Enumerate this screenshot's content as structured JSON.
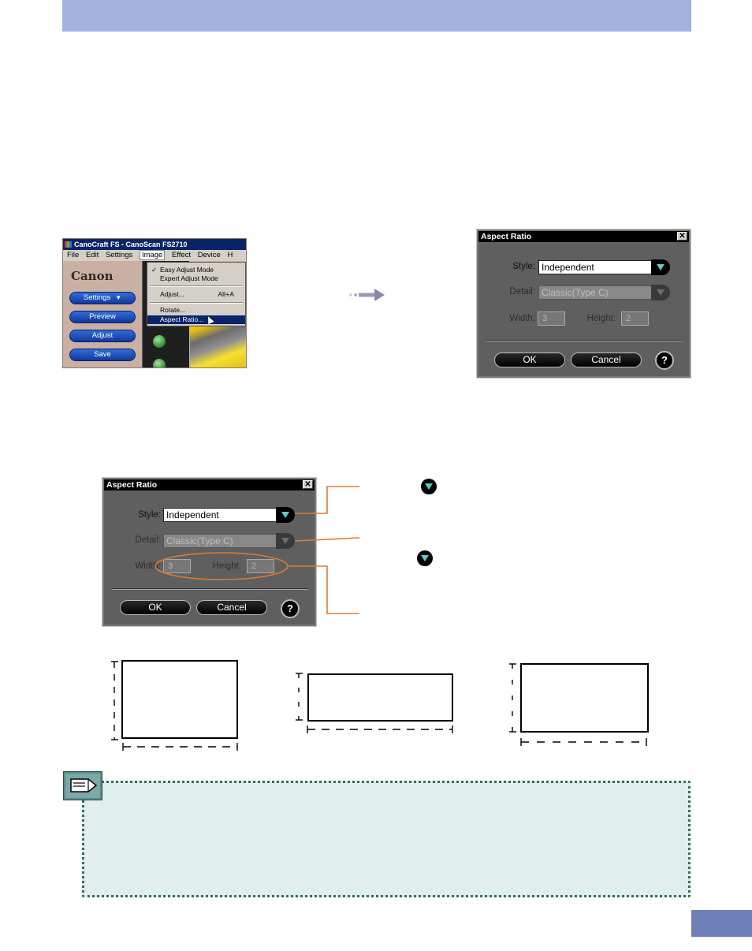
{
  "app": {
    "title": "CanoCraft FS - CanoScan FS2710",
    "menus": [
      "File",
      "Edit",
      "Settings",
      "Image",
      "Effect",
      "Device",
      "H"
    ],
    "logo": "Canon",
    "buttons": {
      "settings": "Settings",
      "preview": "Preview",
      "adjust": "Adjust",
      "save": "Save"
    },
    "dropdown": {
      "easy_adjust": "Easy Adjust Mode",
      "expert_adjust": "Expert Adjust Mode",
      "adjust": "Adjust...",
      "adjust_shortcut": "Alt+A",
      "rotate": "Rotate...",
      "aspect_ratio": "Aspect Ratio..."
    },
    "check_mark": "✓"
  },
  "dialog": {
    "title": "Aspect Ratio",
    "close": "✕",
    "style_label": "Style:",
    "style_value": "Independent",
    "detail_label": "Detail:",
    "detail_value": "Classic(Type C)",
    "width_label": "Width:",
    "width_value": "3",
    "height_label": "Height:",
    "height_value": "2",
    "ok": "OK",
    "cancel": "Cancel",
    "help": "?"
  },
  "colors": {
    "banner": "#a3b1df",
    "callout_line": "#e07b2e",
    "note_bg": "#e0eeec",
    "page_tab": "#6f80b8"
  },
  "icons": [
    "arrow-right-icon",
    "dropdown-triangle-icon",
    "note-pencil-icon"
  ]
}
